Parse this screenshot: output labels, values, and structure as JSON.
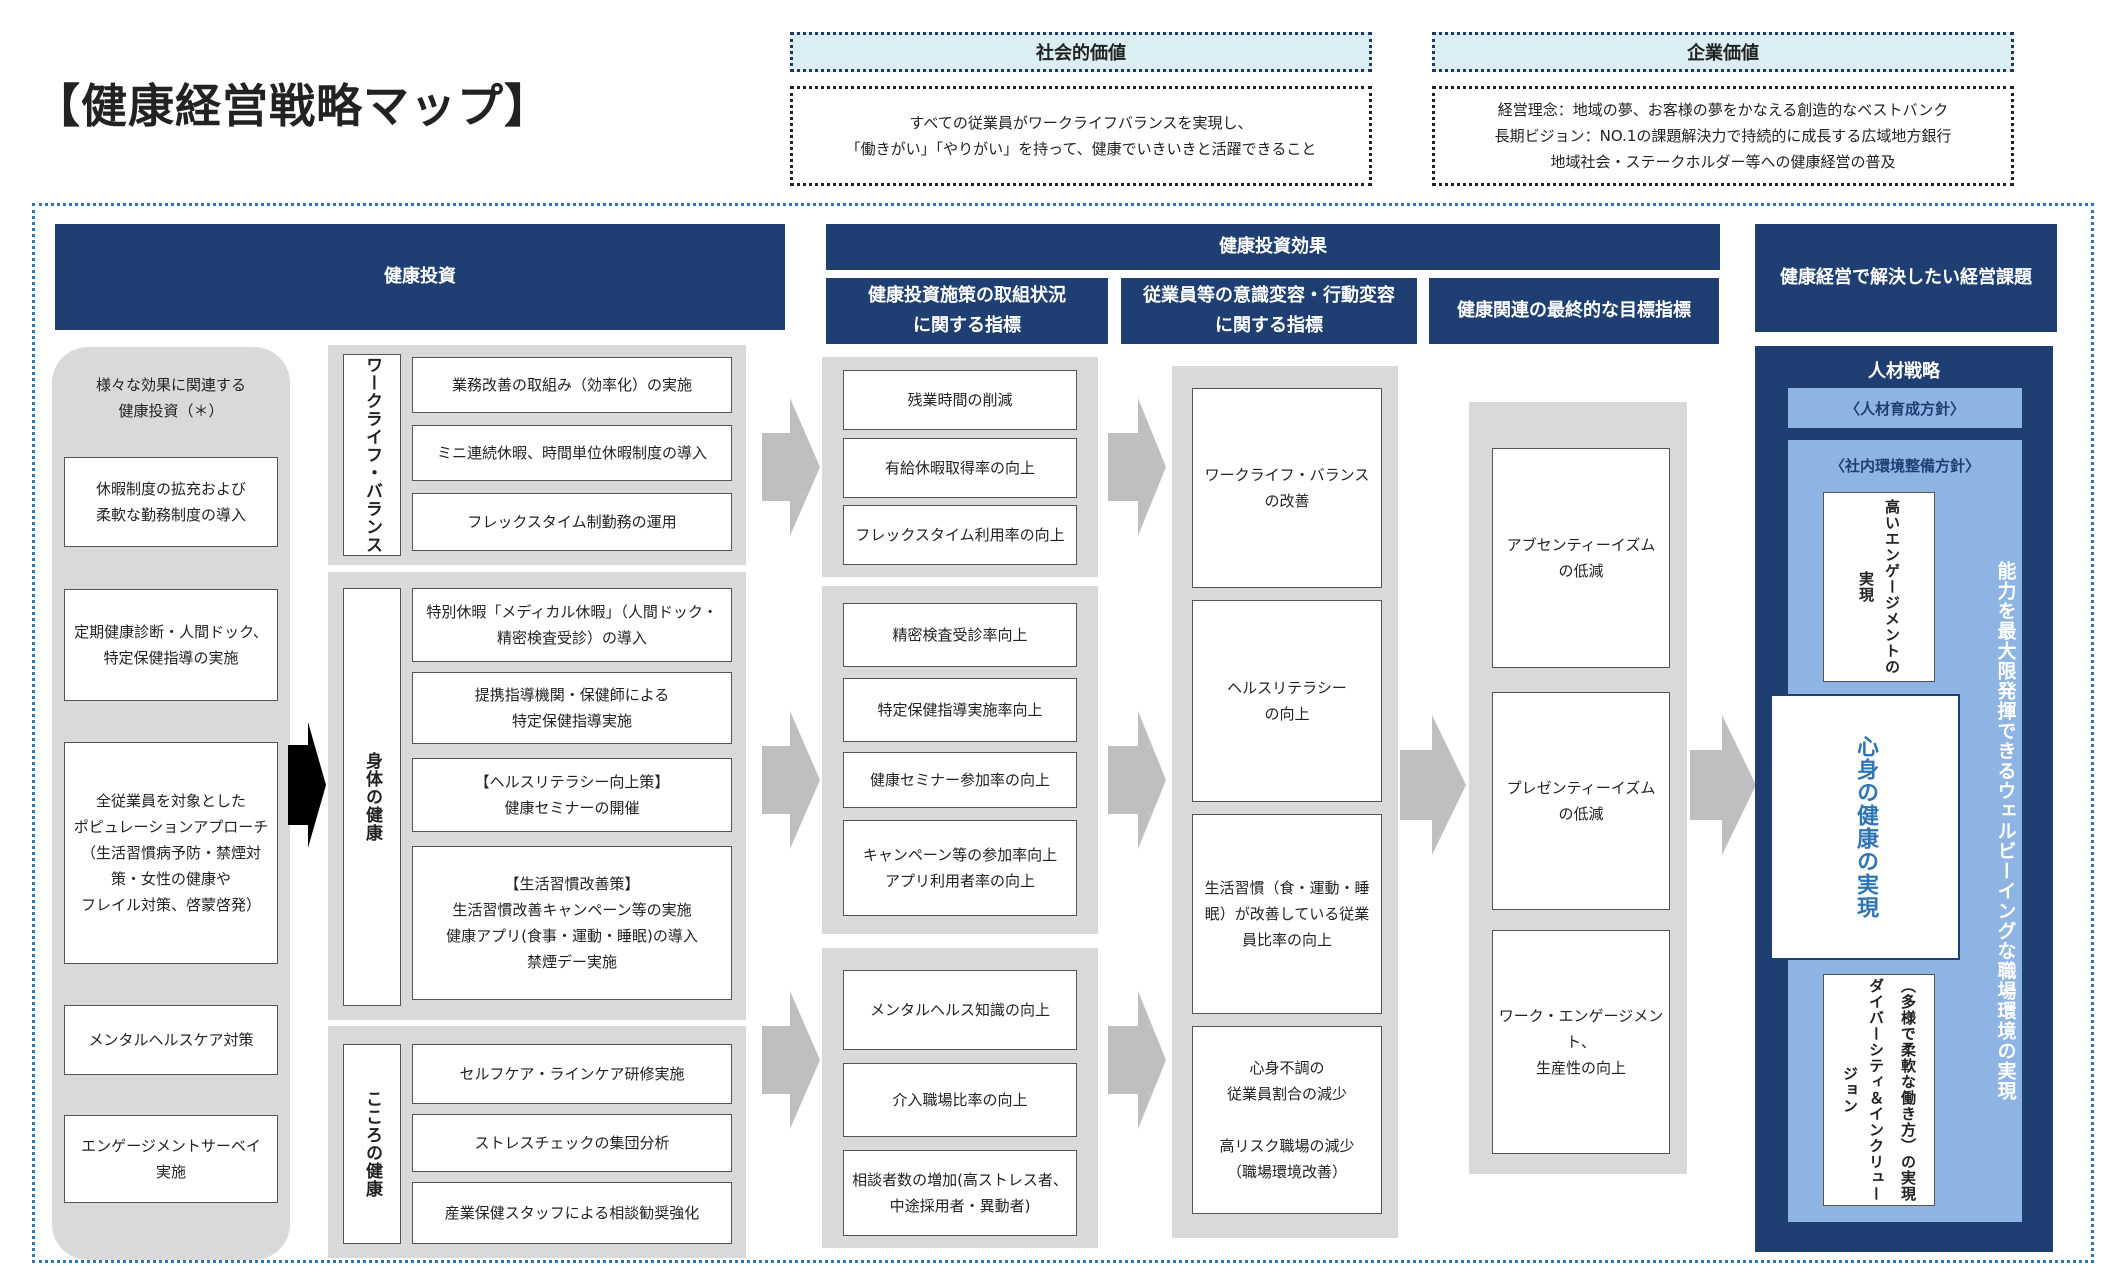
{
  "title": "【健康経営戦略マップ】",
  "social_value": {
    "heading": "社会的価値",
    "lines": [
      "すべての従業員がワークライフバランスを実現し、",
      "「働きがい」「やりがい」を持って、健康でいきいきと活躍できること"
    ]
  },
  "corporate_value": {
    "heading": "企業価値",
    "lines": [
      "経営理念：地域の夢、お客様の夢をかなえる創造的なベストバンク",
      "長期ビジョン：NO.1の課題解決力で持続的に成長する広域地方銀行",
      "地域社会・ステークホルダー等への健康経営の普及"
    ]
  },
  "headers": {
    "investment": "健康投資",
    "effect": "健康投資効果",
    "effect_col1": [
      "健康投資施策の取組状況",
      "に関する指標"
    ],
    "effect_col2": [
      "従業員等の意識変容・行動変容",
      "に関する指標"
    ],
    "effect_col3": "健康関連の最終的な目標指標",
    "issue": "健康経営で解決したい経営課題"
  },
  "left_column": {
    "intro": [
      "様々な効果に関連する",
      "健康投資（＊）"
    ],
    "items": [
      [
        "休暇制度の拡充および",
        "柔軟な勤務制度の導入"
      ],
      [
        "定期健康診断・人間ドック、",
        "特定保健指導の実施"
      ],
      [
        "全従業員を対象とした",
        "ポピュレーションアプローチ",
        "（生活習慣病予防・禁煙対",
        "策・女性の健康や",
        "フレイル対策、啓蒙啓発）"
      ],
      [
        "メンタルヘルスケア対策"
      ],
      [
        "エンゲージメントサーベイ",
        "実施"
      ]
    ]
  },
  "groups": [
    {
      "label": "ワークライフ・バランス",
      "measures": [
        [
          "業務改善の取組み（効率化）の実施"
        ],
        [
          "ミニ連続休暇、時間単位休暇制度の導入"
        ],
        [
          "フレックスタイム制勤務の運用"
        ]
      ],
      "indicators": [
        [
          "残業時間の削減"
        ],
        [
          "有給休暇取得率の向上"
        ],
        [
          "フレックスタイム利用率の向上"
        ]
      ]
    },
    {
      "label": "身体の健康",
      "measures": [
        [
          "特別休暇「メディカル休暇」（人間ドック・",
          "精密検査受診）の導入"
        ],
        [
          "提携指導機関・保健師による",
          "特定保健指導実施"
        ],
        [
          "【ヘルスリテラシー向上策】",
          "健康セミナーの開催"
        ],
        [
          "【生活習慣改善策】",
          "生活習慣改善キャンペーン等の実施",
          "健康アプリ(食事・運動・睡眠)の導入",
          "禁煙デー実施"
        ]
      ],
      "indicators": [
        [
          "精密検査受診率向上"
        ],
        [
          "特定保健指導実施率向上"
        ],
        [
          "健康セミナー参加率の向上"
        ],
        [
          "キャンペーン等の参加率向上",
          "アプリ利用者率の向上"
        ]
      ]
    },
    {
      "label": "こころの健康",
      "measures": [
        [
          "セルフケア・ラインケア研修実施"
        ],
        [
          "ストレスチェックの集団分析"
        ],
        [
          "産業保健スタッフによる相談勧奨強化"
        ]
      ],
      "indicators": [
        [
          "メンタルヘルス知識の向上"
        ],
        [
          "介入職場比率の向上"
        ],
        [
          "相談者数の増加(高ストレス者、",
          "中途採用者・異動者)"
        ]
      ]
    }
  ],
  "behavior": [
    [
      "ワークライフ・バランス",
      "の改善"
    ],
    [
      "ヘルスリテラシー",
      "の向上"
    ],
    [
      "生活習慣（食・運動・睡",
      "眠）が改善している従業",
      "員比率の向上"
    ],
    [
      "心身不調の",
      "従業員割合の減少",
      "",
      "高リスク職場の減少",
      "（職場環境改善）"
    ]
  ],
  "final_goals": [
    [
      "アブセンティーイズム",
      "の低減"
    ],
    [
      "プレゼンティーイズム",
      "の低減"
    ],
    [
      "ワーク・エンゲージメント、",
      "生産性の向上"
    ]
  ],
  "strategy": {
    "title": "人材戦略",
    "policy1": "〈人材育成方針〉",
    "policy2": "〈社内環境整備方針〉",
    "engagement": "高いエンゲージメントの実現",
    "mind_body": "心身の健康の実現",
    "diversity_a": "ダイバーシティ＆インクリュージョン",
    "diversity_b": "（多様で柔軟な働き方）の実現",
    "side": "能力を最大限発揮できるウェルビーイングな職場環境の実現"
  },
  "colors": {
    "navy": "#1f3f73",
    "light_blue": "#daeef3",
    "mid_blue": "#8eb4e3",
    "gray": "#d9d9d9",
    "arrow_gray": "#bfbfbf",
    "accent_blue": "#2e75b6"
  }
}
